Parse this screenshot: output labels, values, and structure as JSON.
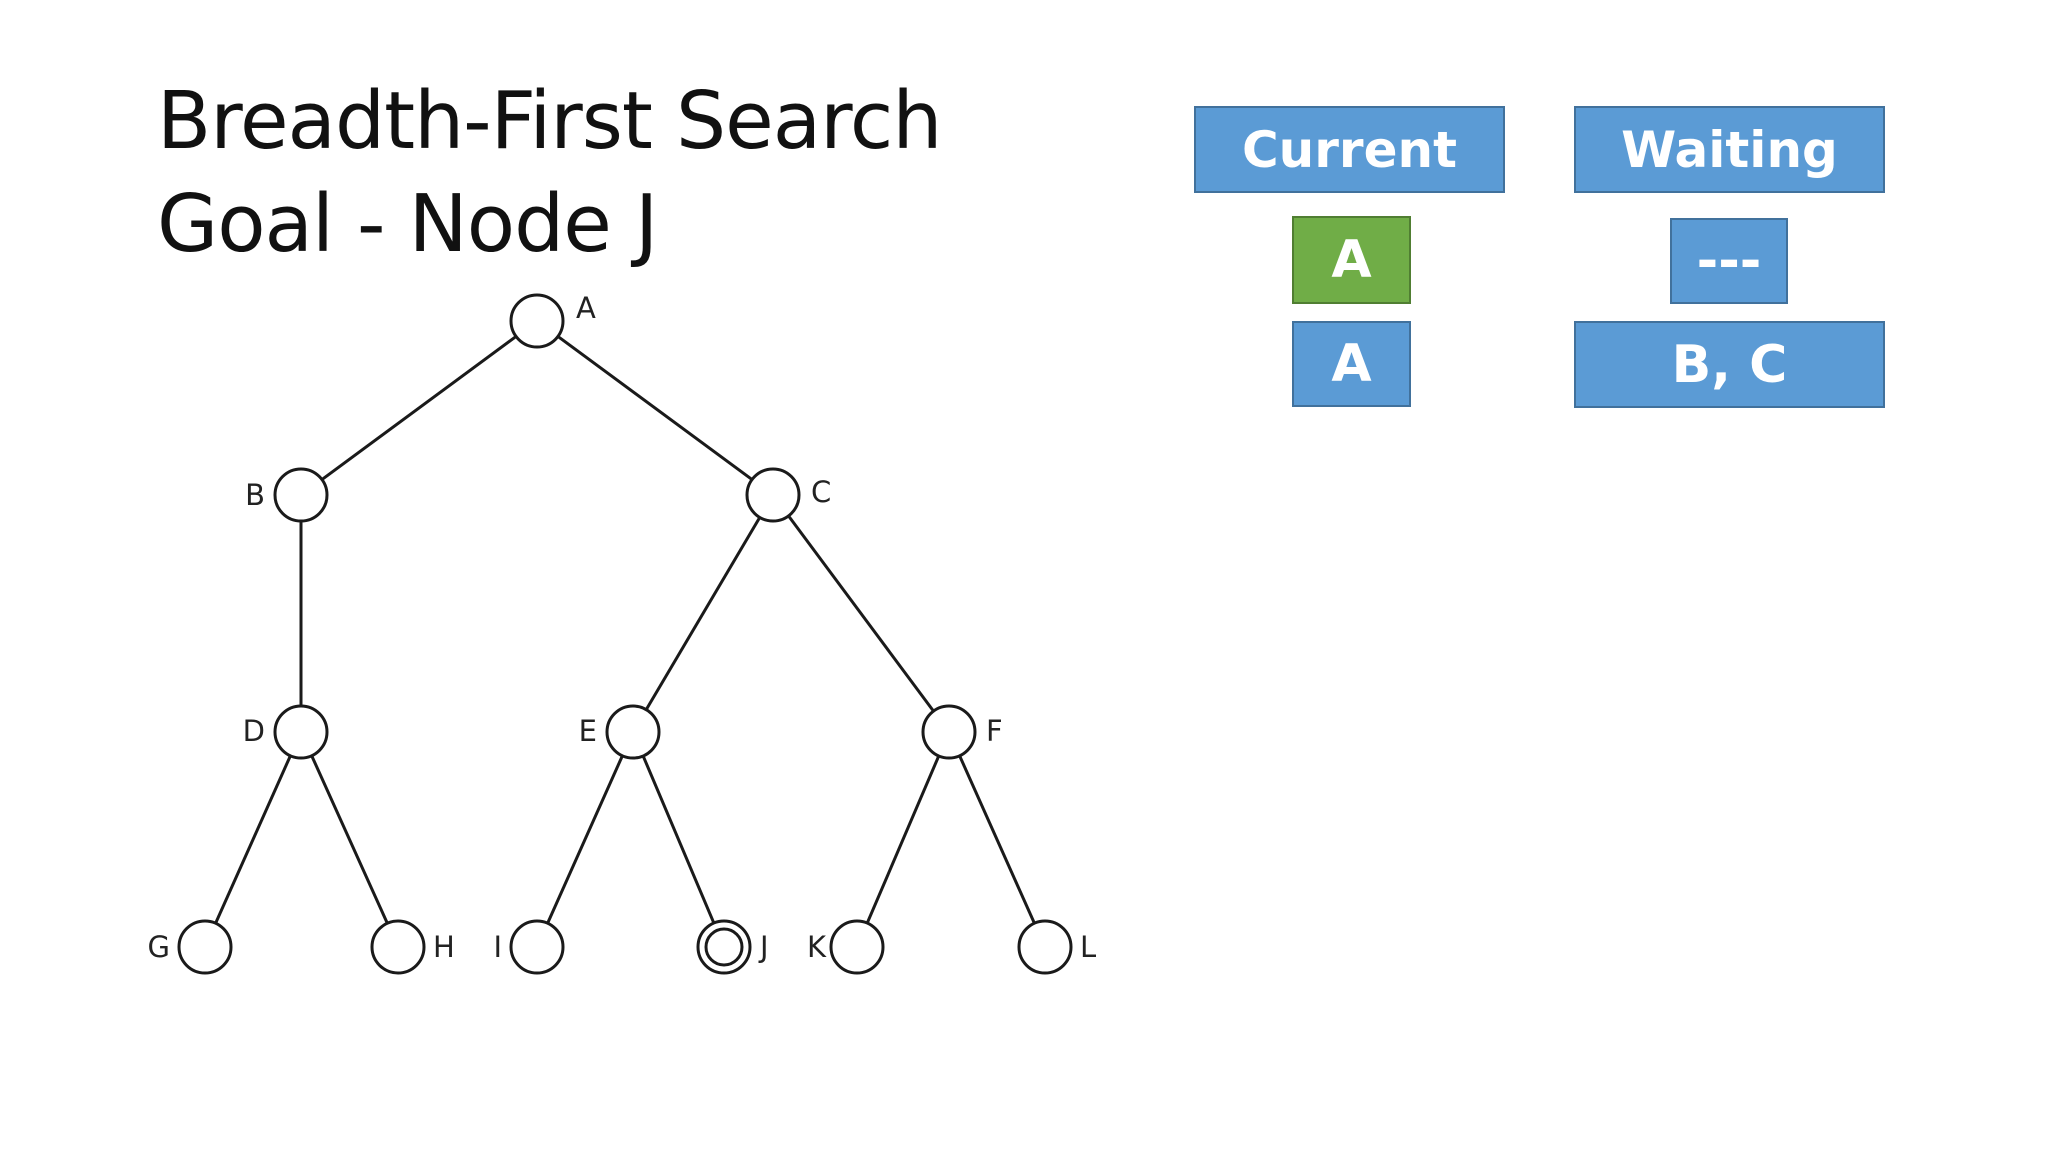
{
  "title": {
    "line1": "Breadth-First Search",
    "line2_prefix": "Goal - Node ",
    "line2_node": "J"
  },
  "table": {
    "current_header": "Current",
    "waiting_header": "Waiting",
    "rows": [
      {
        "current": "A",
        "waiting": "---",
        "current_state": "active"
      },
      {
        "current": "A",
        "waiting": "B, C",
        "current_state": "normal"
      }
    ]
  },
  "colors": {
    "box_fill": "#5b9bd5",
    "box_border": "#41719c",
    "active_fill": "#70ad47",
    "edge": "#1a1a1a"
  },
  "tree": {
    "goal": "J",
    "nodes": [
      {
        "id": "A",
        "label": "A",
        "parent": null
      },
      {
        "id": "B",
        "label": "B",
        "parent": "A"
      },
      {
        "id": "C",
        "label": "C",
        "parent": "A"
      },
      {
        "id": "D",
        "label": "D",
        "parent": "B"
      },
      {
        "id": "E",
        "label": "E",
        "parent": "C"
      },
      {
        "id": "F",
        "label": "F",
        "parent": "C"
      },
      {
        "id": "G",
        "label": "G",
        "parent": "D"
      },
      {
        "id": "H",
        "label": "H",
        "parent": "D"
      },
      {
        "id": "I",
        "label": "I",
        "parent": "E"
      },
      {
        "id": "J",
        "label": "J",
        "parent": "E"
      },
      {
        "id": "K",
        "label": "K",
        "parent": "F"
      },
      {
        "id": "L",
        "label": "L",
        "parent": "F"
      }
    ]
  }
}
